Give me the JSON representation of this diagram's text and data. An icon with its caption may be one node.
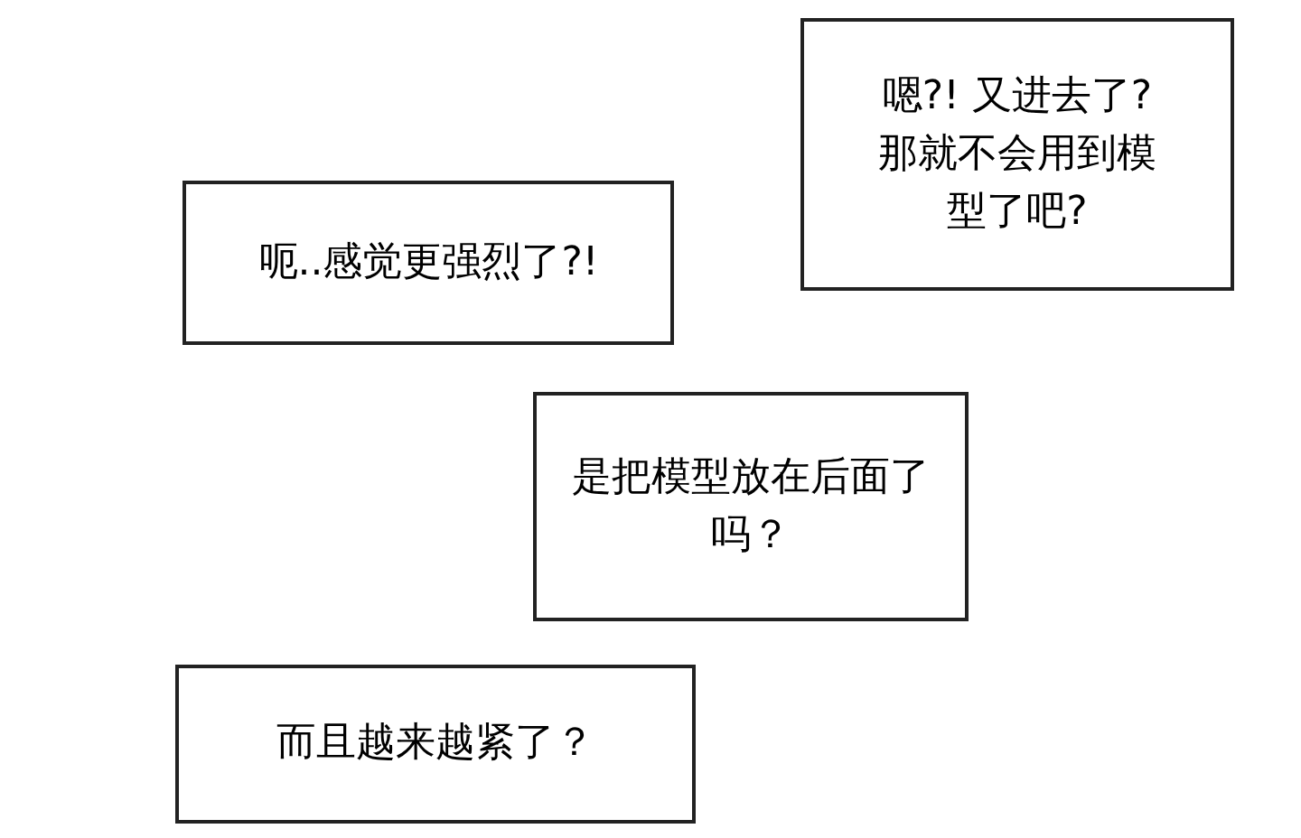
{
  "diagram": {
    "nodes": [
      {
        "text": [
          "嗯?! 又进去了?那就不会用到模型了吧?"
        ]
      },
      {
        "text": [
          "呃..感觉更强烈了?!"
        ]
      },
      {
        "text": [
          "是把模型放在后面了吗？"
        ]
      },
      {
        "text": [
          "而且越来越紧了？"
        ]
      }
    ]
  }
}
